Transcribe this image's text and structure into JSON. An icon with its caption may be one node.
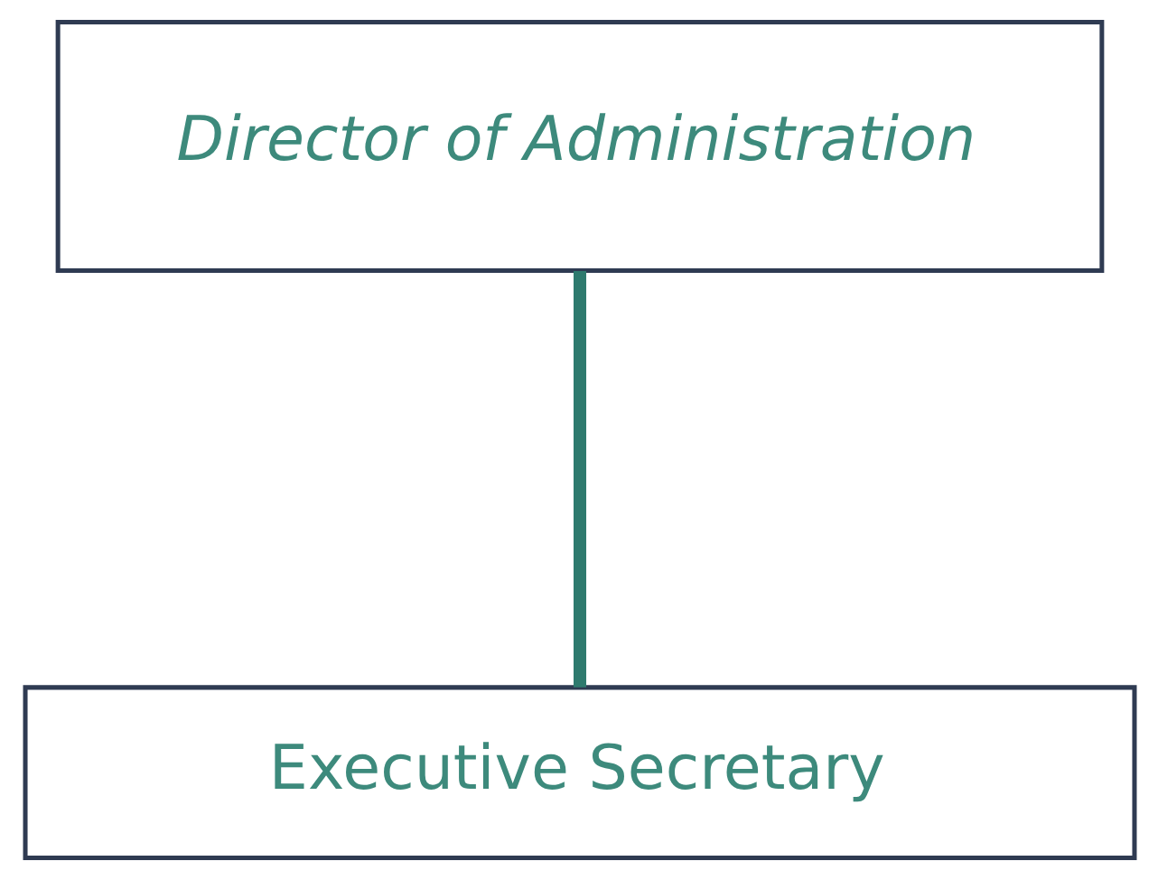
{
  "diagram": {
    "nodes": [
      {
        "text": [
          "Director of Administration"
        ]
      },
      {
        "text": [
          "Executive Secretary"
        ]
      }
    ],
    "edges": [
      {
        "from": 0,
        "to": 1,
        "arrow": "none",
        "color": "#2e7a6e"
      }
    ]
  }
}
